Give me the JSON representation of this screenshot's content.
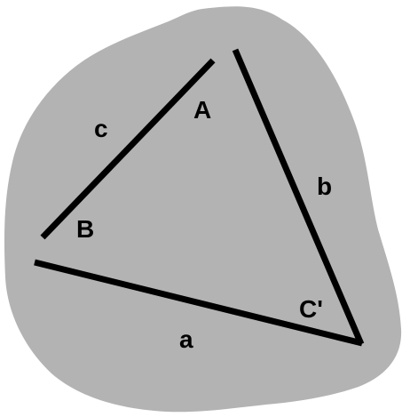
{
  "colors": {
    "background": "#ffffff",
    "region": "#b3b3b3",
    "lines": "#000000",
    "text": "#000000"
  },
  "labels": {
    "angle_A": "A",
    "angle_B": "B",
    "angle_C": "C'",
    "side_a": "a",
    "side_b": "b",
    "side_c": "c"
  }
}
